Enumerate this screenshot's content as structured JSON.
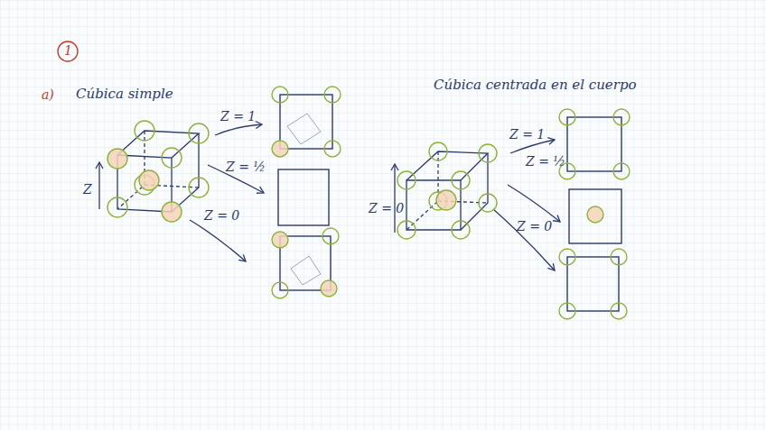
{
  "diagram": {
    "labels": [
      "1",
      "a)",
      "Cúbica simple",
      "Z = 1",
      "Z = ½",
      "Z = 0",
      "Z",
      "Cúbica centrada en el cuerpo",
      "Z = 1",
      "Z = ½",
      "Z = 0",
      "Z = 0"
    ]
  }
}
